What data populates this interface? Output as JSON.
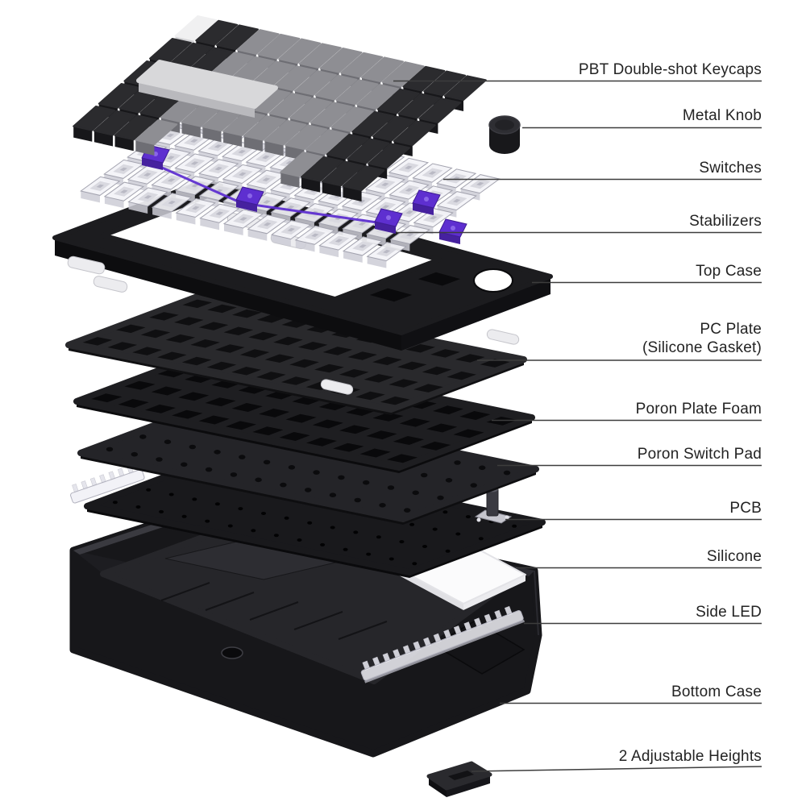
{
  "diagram": {
    "background": "#ffffff",
    "parts": [
      {
        "id": "keycaps",
        "label": "PBT Double-shot Keycaps"
      },
      {
        "id": "metal-knob",
        "label": "Metal Knob"
      },
      {
        "id": "switches",
        "label": "Switches"
      },
      {
        "id": "stabilizers",
        "label": "Stabilizers"
      },
      {
        "id": "top-case",
        "label": "Top Case"
      },
      {
        "id": "pc-plate",
        "label": "PC Plate",
        "label_line2": "(Silicone Gasket)"
      },
      {
        "id": "poron-plate-foam",
        "label": "Poron Plate Foam"
      },
      {
        "id": "poron-switch-pad",
        "label": "Poron Switch Pad"
      },
      {
        "id": "pcb",
        "label": "PCB"
      },
      {
        "id": "silicone",
        "label": "Silicone"
      },
      {
        "id": "side-led",
        "label": "Side LED"
      },
      {
        "id": "bottom-case",
        "label": "Bottom Case"
      },
      {
        "id": "adjustable-heights",
        "label": "2 Adjustable Heights"
      }
    ],
    "colors": {
      "accent_purple": "#5e2fd0",
      "accent_purple_dark": "#46219f",
      "label_text": "#232323",
      "leader_line": "#3d3d3d",
      "case_black": "#1c1c1f",
      "keycap_dark": "#2b2b2e",
      "keycap_gray": "#8e8e93",
      "keycap_light": "#d8d8da",
      "silicone_white": "#fbfbfc"
    }
  }
}
